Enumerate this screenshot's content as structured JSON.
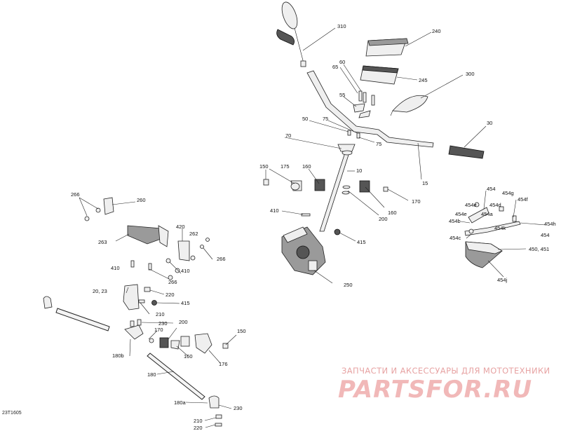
{
  "diagram": {
    "ref_code": "23T1605",
    "callouts": {
      "c310": "310",
      "c240": "240",
      "c60": "60",
      "c65": "65",
      "c245": "245",
      "c300": "300",
      "c55": "55",
      "c50": "50",
      "c75a": "75",
      "c75b": "75",
      "c70": "70",
      "c30": "30",
      "c15": "15",
      "c150a": "150",
      "c175": "175",
      "c160a": "160",
      "c10": "10",
      "c170a": "170",
      "c200a": "200",
      "c160b": "160",
      "c410a": "410",
      "c415a": "415",
      "c250": "250",
      "c454": "454",
      "c454g": "454g",
      "c454e1": "454e",
      "c454f": "454f",
      "c454d": "454d",
      "c454e2": "454e",
      "c454a": "454a",
      "c454b": "454b",
      "c454k": "454k",
      "c454h": "454h",
      "c454c": "454c",
      "c454x": "454",
      "c450": "450, 451",
      "c454j": "454j",
      "c266a": "266",
      "c260": "260",
      "c420": "420",
      "c262": "262",
      "c263": "263",
      "c266b": "266",
      "c410b": "410",
      "c266c": "266",
      "c410c": "410",
      "c2023": "20, 23",
      "c220a": "220",
      "c415b": "415",
      "c230a": "230",
      "c210a": "210",
      "c200b": "200",
      "c170b": "170",
      "c150b": "150",
      "c180b": "180b",
      "c160c": "160",
      "c176": "176",
      "c180": "180",
      "c180a": "180a",
      "c230b": "230",
      "c210b": "210",
      "c220b": "220"
    }
  },
  "watermark": {
    "tagline": "ЗАПЧАСТИ И АКСЕССУАРЫ ДЛЯ МОТОТЕХНИКИ",
    "brand": "PARTSFOR.RU"
  }
}
